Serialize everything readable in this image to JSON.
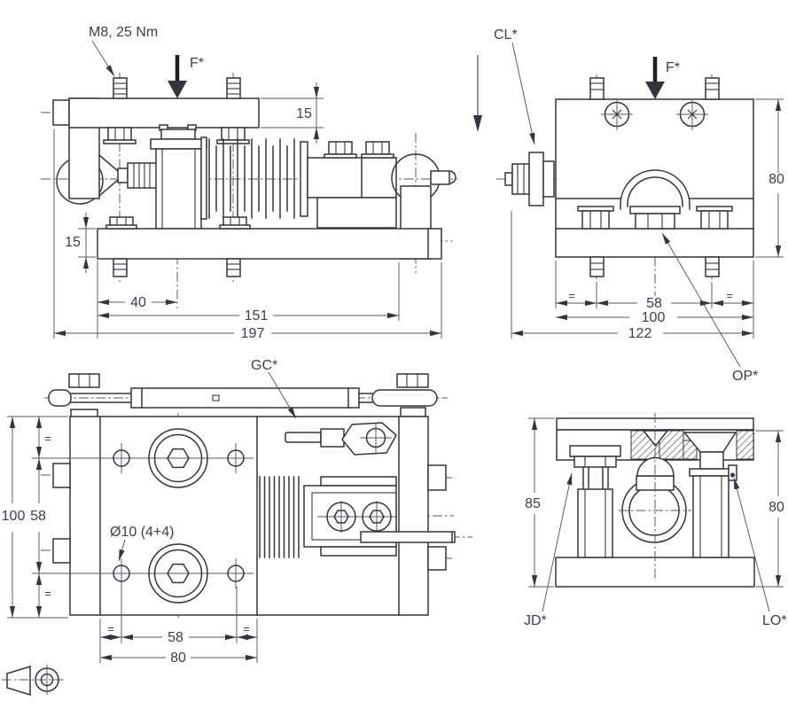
{
  "drawing": {
    "title": "load-cell-mounting-unit-dimension-drawing",
    "line_color": "#34343e",
    "thin_line_color": "#55555f",
    "text_color": "#3d3d4f",
    "views": {
      "side": {
        "torque_label": "M8, 25 Nm",
        "force_label": "F*",
        "dim_plate_thickness": "15",
        "dim_base_thickness": "15",
        "dim_40": "40",
        "dim_151": "151",
        "dim_197": "197"
      },
      "front": {
        "clamp_label": "CL*",
        "force_label": "F*",
        "op_label": "OP*",
        "dim_height": "80",
        "eq_left": "=",
        "dim_58": "58",
        "eq_right": "=",
        "dim_100": "100",
        "dim_122": "122"
      },
      "top": {
        "gland_label": "GC*",
        "holes_label": "Ø10 (4+4)",
        "dim_100": "100",
        "dim_58_vertical": "58",
        "eq_v_top": "=",
        "eq_v_bottom": "=",
        "eq_h_left": "=",
        "dim_58_horizontal": "58",
        "eq_h_right": "=",
        "dim_80": "80"
      },
      "section": {
        "dim_85": "85",
        "dim_80": "80",
        "jd_label": "JD*",
        "lo_label": "LO*"
      }
    }
  }
}
